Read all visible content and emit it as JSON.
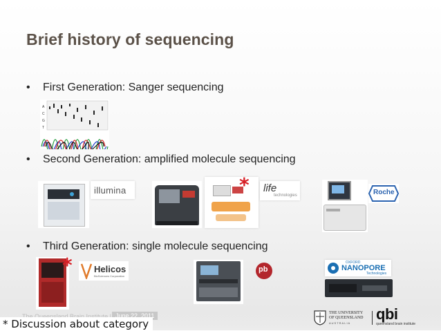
{
  "slide": {
    "title": "Brief history of sequencing",
    "bullets": [
      {
        "marker": "•",
        "text": "First Generation: Sanger sequencing"
      },
      {
        "marker": "•",
        "text": "Second Generation: amplified molecule sequencing"
      },
      {
        "marker": "•",
        "text": "Third Generation: single molecule sequencing"
      }
    ],
    "asterisk": "*",
    "logos": {
      "illumina": "illumina",
      "life": "life",
      "life_sub": "technologies",
      "roche": "Roche",
      "helicos": "Helicos",
      "helicos_sub": "BioSciences Corporation",
      "pb": "pb",
      "nanopore_top": "OXFORD",
      "nanopore": "NANOPORE",
      "nanopore_sub": "Technologies"
    },
    "sanger_lanes": [
      "A",
      "C",
      "G",
      "T"
    ]
  },
  "footer": {
    "institute": "The Queensland Brain Institute |",
    "date": "June 22, 2011",
    "uq_line1": "THE UNIVERSITY",
    "uq_line2": "OF QUEENSLAND",
    "uq_line3": "AUSTRALIA",
    "qbi": "qbi",
    "qbi_sub": "queensland brain institute"
  },
  "footnote": "* Discussion about category",
  "colors": {
    "title": "#5b5148",
    "asterisk": "#d71f26",
    "roche_blue": "#2b63b0",
    "pacbio_red": "#b3262c"
  }
}
